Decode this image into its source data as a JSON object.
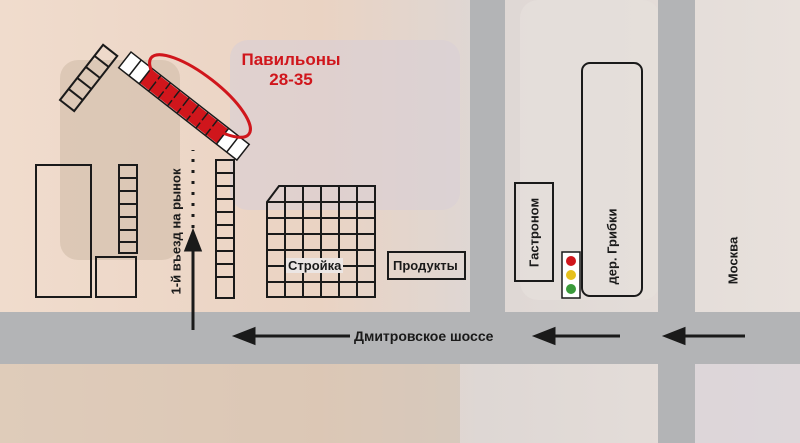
{
  "map": {
    "pavilions_label": "Павильоны",
    "pavilions_numbers": "28-35",
    "entrance_label": "1-й въезд на рынок",
    "construction_label": "Стройка",
    "products_label": "Продукты",
    "grocery_label": "Гастроном",
    "village_label": "дер. Грибки",
    "moscow_label": "Москва",
    "highway_label": "Дмитровское шоссе"
  },
  "colors": {
    "road": "#b3b4b6",
    "highlight": "#d0161c",
    "line": "#1a1a1a"
  }
}
